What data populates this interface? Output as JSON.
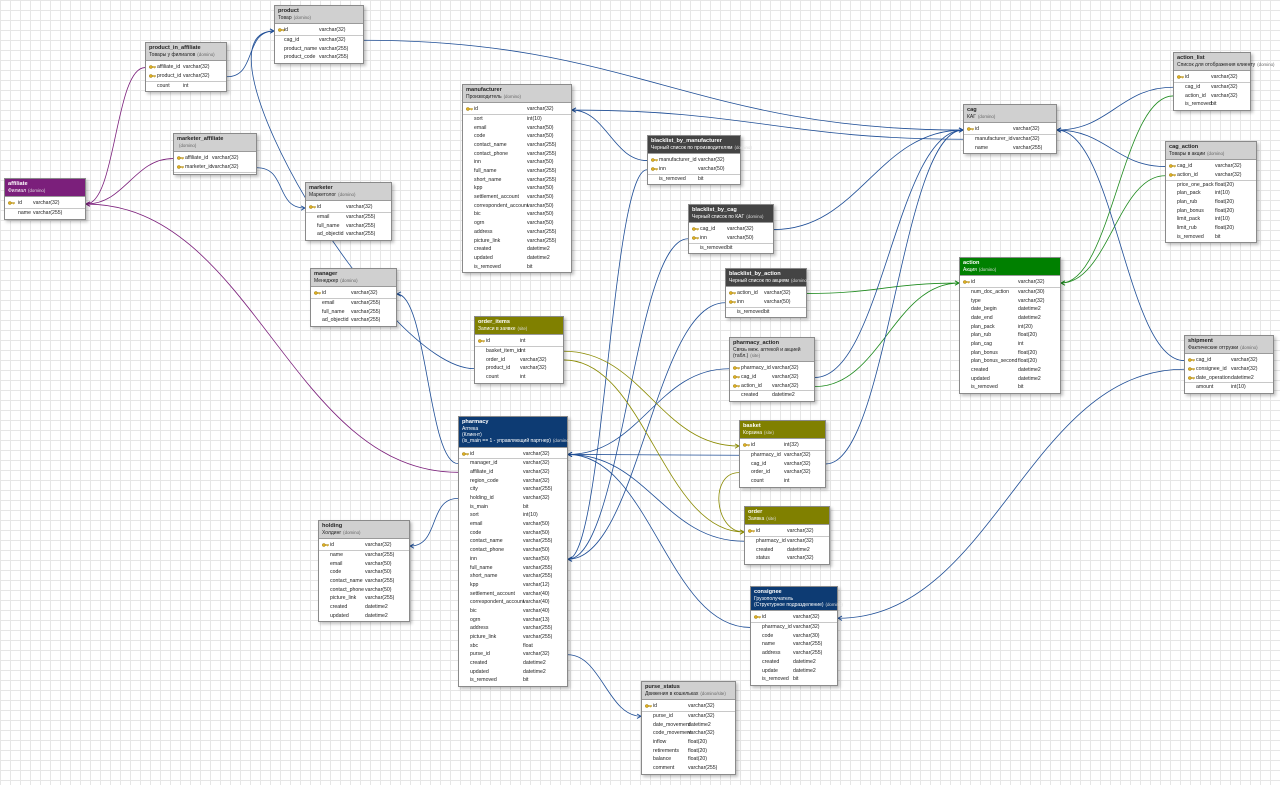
{
  "colors": {
    "header_default": "#d0d0d0",
    "header_dark": "#444444",
    "header_purple": "#7b1f7b",
    "header_olive": "#808000",
    "header_green": "#008000",
    "header_navy": "#0d3b73",
    "link_blue": "#1f4e96",
    "link_purple": "#7b1f7b",
    "link_olive": "#8a8a00",
    "link_green": "#1d8a1d"
  },
  "tables": [
    {
      "id": "product",
      "name": "product",
      "subtitle": [
        "Товар"
      ],
      "schema": "(domino)",
      "theme": "default",
      "columns": [
        {
          "name": "id",
          "type": "varchar(32)",
          "key": true
        },
        {
          "name": "cag_id",
          "type": "varchar(32)"
        },
        {
          "name": "product_name",
          "type": "varchar(255)"
        },
        {
          "name": "product_code",
          "type": "varchar(255)"
        }
      ]
    },
    {
      "id": "product_in_affiliate",
      "name": "product_in_affiliate",
      "subtitle": [
        "Товары у филиалов"
      ],
      "schema": "(domino)",
      "theme": "default",
      "columns": [
        {
          "name": "affiliate_id",
          "type": "varchar(32)",
          "key": true
        },
        {
          "name": "product_id",
          "type": "varchar(32)",
          "key": true
        },
        {
          "name": "count",
          "type": "int"
        }
      ]
    },
    {
      "id": "affiliate",
      "name": "affiliate",
      "subtitle": [
        "Филиал"
      ],
      "schema": "(domino)",
      "theme": "purple",
      "columns": [
        {
          "name": "id",
          "type": "varchar(32)",
          "key": true
        },
        {
          "name": "name",
          "type": "varchar(255)"
        }
      ]
    },
    {
      "id": "marketer_affiliate",
      "name": "marketer_affiliate",
      "subtitle": [
        ""
      ],
      "schema": "(domino)",
      "theme": "default",
      "columns": [
        {
          "name": "affiliate_id",
          "type": "varchar(32)",
          "key": true
        },
        {
          "name": "marketer_id",
          "type": "varchar(32)",
          "key": true
        }
      ]
    },
    {
      "id": "marketer",
      "name": "marketer",
      "subtitle": [
        "Маркетолог"
      ],
      "schema": "(domino)",
      "theme": "default",
      "columns": [
        {
          "name": "id",
          "type": "varchar(32)",
          "key": true
        },
        {
          "name": "email",
          "type": "varchar(255)"
        },
        {
          "name": "full_name",
          "type": "varchar(255)"
        },
        {
          "name": "ad_objectid",
          "type": "varchar(255)"
        }
      ]
    },
    {
      "id": "manager",
      "name": "manager",
      "subtitle": [
        "Менеджер"
      ],
      "schema": "(domino)",
      "theme": "default",
      "columns": [
        {
          "name": "id",
          "type": "varchar(32)",
          "key": true
        },
        {
          "name": "email",
          "type": "varchar(255)"
        },
        {
          "name": "full_name",
          "type": "varchar(255)"
        },
        {
          "name": "ad_objectid",
          "type": "varchar(255)"
        }
      ]
    },
    {
      "id": "holding",
      "name": "holding",
      "subtitle": [
        "Холдинг"
      ],
      "schema": "(domino)",
      "theme": "default",
      "columns": [
        {
          "name": "id",
          "type": "varchar(32)",
          "key": true
        },
        {
          "name": "name",
          "type": "varchar(255)"
        },
        {
          "name": "email",
          "type": "varchar(50)"
        },
        {
          "name": "code",
          "type": "varchar(50)"
        },
        {
          "name": "contact_name",
          "type": "varchar(255)"
        },
        {
          "name": "contact_phone",
          "type": "varchar(50)"
        },
        {
          "name": "picture_link",
          "type": "varchar(255)"
        },
        {
          "name": "created",
          "type": "datetime2"
        },
        {
          "name": "updated",
          "type": "datetime2"
        }
      ]
    },
    {
      "id": "manufacturer",
      "name": "manufacturer",
      "subtitle": [
        "Производитель"
      ],
      "schema": "(domino)",
      "theme": "default",
      "columns": [
        {
          "name": "id",
          "type": "varchar(32)",
          "key": true
        },
        {
          "name": "sort",
          "type": "int(10)"
        },
        {
          "name": "email",
          "type": "varchar(50)"
        },
        {
          "name": "code",
          "type": "varchar(50)"
        },
        {
          "name": "contact_name",
          "type": "varchar(255)"
        },
        {
          "name": "contact_phone",
          "type": "varchar(255)"
        },
        {
          "name": "inn",
          "type": "varchar(50)"
        },
        {
          "name": "full_name",
          "type": "varchar(255)"
        },
        {
          "name": "short_name",
          "type": "varchar(255)"
        },
        {
          "name": "kpp",
          "type": "varchar(50)"
        },
        {
          "name": "settlement_account",
          "type": "varchar(50)"
        },
        {
          "name": "correspondent_account",
          "type": "varchar(50)"
        },
        {
          "name": "bic",
          "type": "varchar(50)"
        },
        {
          "name": "ogrn",
          "type": "varchar(50)"
        },
        {
          "name": "address",
          "type": "varchar(255)"
        },
        {
          "name": "picture_link",
          "type": "varchar(255)"
        },
        {
          "name": "created",
          "type": "datetime2"
        },
        {
          "name": "updated",
          "type": "datetime2"
        },
        {
          "name": "is_removed",
          "type": "bit"
        }
      ]
    },
    {
      "id": "order_items",
      "name": "order_items",
      "subtitle": [
        "Записи в заявке"
      ],
      "schema": "(site)",
      "theme": "olive",
      "columns": [
        {
          "name": "id",
          "type": "int",
          "key": true
        },
        {
          "name": "basket_item_id",
          "type": "int"
        },
        {
          "name": "order_id",
          "type": "varchar(32)"
        },
        {
          "name": "product_id",
          "type": "varchar(32)"
        },
        {
          "name": "count",
          "type": "int"
        }
      ]
    },
    {
      "id": "pharmacy",
      "name": "pharmacy",
      "subtitle": [
        "Аптека",
        "(Клиент)",
        "(is_main == 1 - управляющий партнер)"
      ],
      "schema": "(domino)",
      "theme": "navy",
      "columns": [
        {
          "name": "id",
          "type": "varchar(32)",
          "key": true
        },
        {
          "name": "manager_id",
          "type": "varchar(32)"
        },
        {
          "name": "affiliate_id",
          "type": "varchar(32)"
        },
        {
          "name": "region_code",
          "type": "varchar(32)"
        },
        {
          "name": "city",
          "type": "varchar(255)"
        },
        {
          "name": "holding_id",
          "type": "varchar(32)"
        },
        {
          "name": "is_main",
          "type": "bit"
        },
        {
          "name": "sort",
          "type": "int(10)"
        },
        {
          "name": "email",
          "type": "varchar(50)"
        },
        {
          "name": "code",
          "type": "varchar(50)"
        },
        {
          "name": "contact_name",
          "type": "varchar(255)"
        },
        {
          "name": "contact_phone",
          "type": "varchar(50)"
        },
        {
          "name": "inn",
          "type": "varchar(50)"
        },
        {
          "name": "full_name",
          "type": "varchar(255)"
        },
        {
          "name": "short_name",
          "type": "varchar(255)"
        },
        {
          "name": "kpp",
          "type": "varchar(12)"
        },
        {
          "name": "settlement_account",
          "type": "varchar(40)"
        },
        {
          "name": "correspondent_account",
          "type": "varchar(40)"
        },
        {
          "name": "bic",
          "type": "varchar(40)"
        },
        {
          "name": "ogrn",
          "type": "varchar(13)"
        },
        {
          "name": "address",
          "type": "varchar(255)"
        },
        {
          "name": "picture_link",
          "type": "varchar(255)"
        },
        {
          "name": "sbc",
          "type": "float"
        },
        {
          "name": "purse_id",
          "type": "varchar(32)"
        },
        {
          "name": "created",
          "type": "datetime2"
        },
        {
          "name": "updated",
          "type": "datetime2"
        },
        {
          "name": "is_removed",
          "type": "bit"
        }
      ]
    },
    {
      "id": "blacklist_by_manufacturer",
      "name": "blacklist_by_manufacturer",
      "subtitle": [
        "Черный список по производителям"
      ],
      "schema": "(domino)",
      "theme": "dark",
      "columns": [
        {
          "name": "manufacturer_id",
          "type": "varchar(32)",
          "key": true
        },
        {
          "name": "inn",
          "type": "varchar(50)",
          "key": true
        },
        {
          "name": "is_removed",
          "type": "bit"
        }
      ]
    },
    {
      "id": "blacklist_by_cag",
      "name": "blacklist_by_cag",
      "subtitle": [
        "Черный список по КАГ"
      ],
      "schema": "(domino)",
      "theme": "dark",
      "columns": [
        {
          "name": "cag_id",
          "type": "varchar(32)",
          "key": true
        },
        {
          "name": "inn",
          "type": "varchar(50)",
          "key": true
        },
        {
          "name": "is_removed",
          "type": "bit"
        }
      ]
    },
    {
      "id": "blacklist_by_action",
      "name": "blacklist_by_action",
      "subtitle": [
        "Черный список по акциям"
      ],
      "schema": "(domino)",
      "theme": "dark",
      "columns": [
        {
          "name": "action_id",
          "type": "varchar(32)",
          "key": true
        },
        {
          "name": "inn",
          "type": "varchar(50)",
          "key": true
        },
        {
          "name": "is_removed",
          "type": "bit"
        }
      ]
    },
    {
      "id": "pharmacy_action",
      "name": "pharmacy_action",
      "subtitle": [
        "Связь меж. аптекой и акцией",
        "(табл.)"
      ],
      "schema": "(site)",
      "theme": "default",
      "columns": [
        {
          "name": "pharmacy_id",
          "type": "varchar(32)",
          "key": true
        },
        {
          "name": "cag_id",
          "type": "varchar(32)",
          "key": true
        },
        {
          "name": "action_id",
          "type": "varchar(32)",
          "key": true
        },
        {
          "name": "created",
          "type": "datetime2"
        }
      ]
    },
    {
      "id": "basket",
      "name": "basket",
      "subtitle": [
        "Корзина"
      ],
      "schema": "(site)",
      "theme": "olive",
      "columns": [
        {
          "name": "id",
          "type": "int(32)",
          "key": true
        },
        {
          "name": "pharmacy_id",
          "type": "varchar(32)"
        },
        {
          "name": "cag_id",
          "type": "varchar(32)"
        },
        {
          "name": "order_id",
          "type": "varchar(32)"
        },
        {
          "name": "count",
          "type": "int"
        }
      ]
    },
    {
      "id": "order",
      "name": "order",
      "subtitle": [
        "Заявка"
      ],
      "schema": "(site)",
      "theme": "olive",
      "columns": [
        {
          "name": "id",
          "type": "varchar(32)",
          "key": true
        },
        {
          "name": "pharmacy_id",
          "type": "varchar(32)"
        },
        {
          "name": "created",
          "type": "datetime2"
        },
        {
          "name": "status",
          "type": "varchar(32)"
        }
      ]
    },
    {
      "id": "consignee",
      "name": "consignee",
      "subtitle": [
        "Грузополучатель",
        "(Структурное подразделение)"
      ],
      "schema": "(domino)",
      "theme": "navy",
      "columns": [
        {
          "name": "id",
          "type": "varchar(32)",
          "key": true
        },
        {
          "name": "pharmacy_id",
          "type": "varchar(32)"
        },
        {
          "name": "code",
          "type": "varchar(30)"
        },
        {
          "name": "name",
          "type": "varchar(255)"
        },
        {
          "name": "address",
          "type": "varchar(255)"
        },
        {
          "name": "created",
          "type": "datetime2"
        },
        {
          "name": "update",
          "type": "datetime2"
        },
        {
          "name": "is_removed",
          "type": "bit"
        }
      ]
    },
    {
      "id": "purse_status",
      "name": "purse_status",
      "subtitle": [
        "Движения в кошельках"
      ],
      "schema": "(domino/site)",
      "theme": "default",
      "columns": [
        {
          "name": "id",
          "type": "varchar(32)",
          "key": true
        },
        {
          "name": "purse_id",
          "type": "varchar(32)"
        },
        {
          "name": "date_movement",
          "type": "datetime2"
        },
        {
          "name": "code_movement",
          "type": "varchar(32)"
        },
        {
          "name": "inflow",
          "type": "float(20)"
        },
        {
          "name": "retirements",
          "type": "float(20)"
        },
        {
          "name": "balance",
          "type": "float(20)"
        },
        {
          "name": "comment",
          "type": "varchar(255)"
        }
      ]
    },
    {
      "id": "cag",
      "name": "cag",
      "subtitle": [
        "КАГ"
      ],
      "schema": "(domino)",
      "theme": "default",
      "columns": [
        {
          "name": "id",
          "type": "varchar(32)",
          "key": true
        },
        {
          "name": "manufacturer_id",
          "type": "varchar(32)"
        },
        {
          "name": "name",
          "type": "varchar(255)"
        }
      ]
    },
    {
      "id": "action",
      "name": "action",
      "subtitle": [
        "Акция"
      ],
      "schema": "(domino)",
      "theme": "green",
      "columns": [
        {
          "name": "id",
          "type": "varchar(32)",
          "key": true
        },
        {
          "name": "num_doc_action",
          "type": "varchar(30)"
        },
        {
          "name": "type",
          "type": "varchar(32)"
        },
        {
          "name": "date_begin",
          "type": "datetime2"
        },
        {
          "name": "date_end",
          "type": "datetime2"
        },
        {
          "name": "plan_pack",
          "type": "int(20)"
        },
        {
          "name": "plan_rub",
          "type": "float(20)"
        },
        {
          "name": "plan_cag",
          "type": "int"
        },
        {
          "name": "plan_bonus",
          "type": "float(20)"
        },
        {
          "name": "plan_bonus_second",
          "type": "float(20)"
        },
        {
          "name": "created",
          "type": "datetime2"
        },
        {
          "name": "updated",
          "type": "datetime2"
        },
        {
          "name": "is_removed",
          "type": "bit"
        }
      ]
    },
    {
      "id": "action_list",
      "name": "action_list",
      "subtitle": [
        "Список для отображения клиенту"
      ],
      "schema": "(domino)",
      "theme": "default",
      "columns": [
        {
          "name": "id",
          "type": "varchar(32)",
          "key": true
        },
        {
          "name": "cag_id",
          "type": "varchar(32)"
        },
        {
          "name": "action_id",
          "type": "varchar(32)"
        },
        {
          "name": "is_removed",
          "type": "bit"
        }
      ]
    },
    {
      "id": "cag_action",
      "name": "cag_action",
      "subtitle": [
        "Товары в акции"
      ],
      "schema": "(domino)",
      "theme": "default",
      "columns": [
        {
          "name": "cag_id",
          "type": "varchar(32)",
          "key": true
        },
        {
          "name": "action_id",
          "type": "varchar(32)",
          "key": true
        },
        {
          "name": "price_one_pack",
          "type": "float(20)"
        },
        {
          "name": "plan_pack",
          "type": "int(10)"
        },
        {
          "name": "plan_rub",
          "type": "float(20)"
        },
        {
          "name": "plan_bonus",
          "type": "float(20)"
        },
        {
          "name": "limit_pack",
          "type": "int(10)"
        },
        {
          "name": "limit_rub",
          "type": "float(20)"
        },
        {
          "name": "is_removed",
          "type": "bit"
        }
      ]
    },
    {
      "id": "shipment",
      "name": "shipment",
      "subtitle": [
        "Фактические отгрузки"
      ],
      "schema": "(domino)",
      "theme": "default",
      "columns": [
        {
          "name": "cag_id",
          "type": "varchar(32)",
          "key": true
        },
        {
          "name": "consignee_id",
          "type": "varchar(32)",
          "key": true
        },
        {
          "name": "date_operation",
          "type": "datetime2",
          "key": true
        },
        {
          "name": "amount",
          "type": "int(10)"
        }
      ]
    }
  ]
}
